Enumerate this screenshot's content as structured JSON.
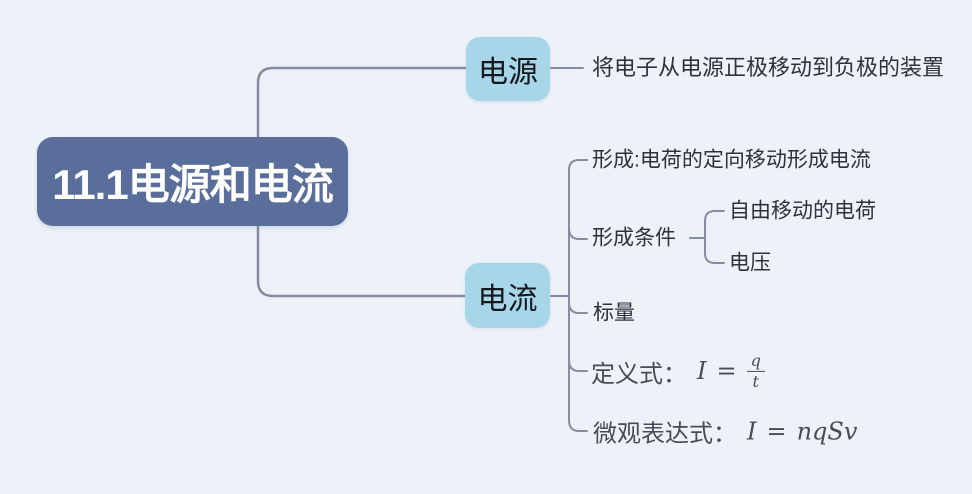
{
  "map": {
    "root": {
      "label": "11.1电源和电流"
    },
    "power": {
      "label": "电源",
      "description": "将电子从电源正极移动到负极的装置"
    },
    "current": {
      "label": "电流",
      "children": {
        "formation": "形成:电荷的定向移动形成电流",
        "condition": {
          "label": "形成条件",
          "children": [
            "自由移动的电荷",
            "电压"
          ]
        },
        "scalar": "标量",
        "definition": {
          "prefix": "定义式：",
          "symbol": "I",
          "equals": "=",
          "numerator": "q",
          "denominator": "t"
        },
        "micro": {
          "prefix": "微观表达式：",
          "symbol": "I",
          "equals": "=",
          "expression": "nqSv"
        }
      }
    }
  },
  "colors": {
    "background": "#edf2f9",
    "root_fill": "#5a6e9b",
    "root_text": "#ffffff",
    "node_fill": "#a6d6e7",
    "node_text": "#15181d",
    "connector": "#878da0",
    "text": "#2e323c",
    "formula_text": "#474c59"
  }
}
